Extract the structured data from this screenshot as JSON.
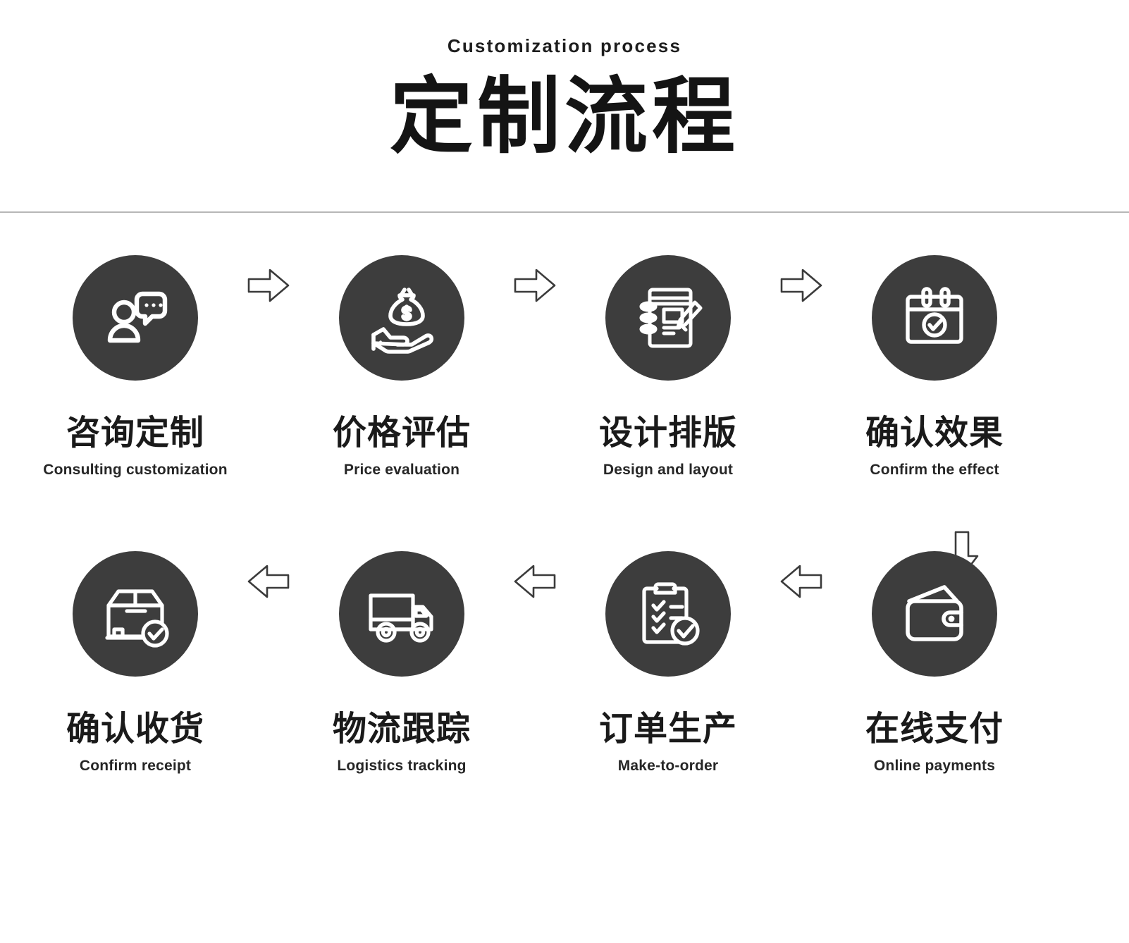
{
  "header": {
    "eyebrow": "Customization process",
    "title_cn": "定制流程"
  },
  "colors": {
    "circle_fill": "#3d3d3d",
    "icon_stroke": "#ffffff",
    "text_primary": "#1a1a1a",
    "divider": "#b7b7b7",
    "arrow_stroke": "#3b3b3b",
    "background": "#ffffff"
  },
  "steps": [
    {
      "index": 1,
      "icon": "consultation-people-chat-icon",
      "label_cn": "咨询定制",
      "label_en": "Consulting customization"
    },
    {
      "index": 2,
      "icon": "hand-money-bag-icon",
      "label_cn": "价格评估",
      "label_en": "Price evaluation"
    },
    {
      "index": 3,
      "icon": "notebook-pencil-icon",
      "label_cn": "设计排版",
      "label_en": "Design and layout"
    },
    {
      "index": 4,
      "icon": "calendar-check-icon",
      "label_cn": "确认效果",
      "label_en": "Confirm the effect"
    },
    {
      "index": 5,
      "icon": "wallet-icon",
      "label_cn": "在线支付",
      "label_en": "Online payments"
    },
    {
      "index": 6,
      "icon": "clipboard-checklist-icon",
      "label_cn": "订单生产",
      "label_en": "Make-to-order"
    },
    {
      "index": 7,
      "icon": "delivery-truck-icon",
      "label_cn": "物流跟踪",
      "label_en": "Logistics tracking"
    },
    {
      "index": 8,
      "icon": "package-box-check-icon",
      "label_cn": "确认收货",
      "label_en": "Confirm receipt"
    }
  ],
  "connectors": {
    "row1": [
      "arrow-right-icon",
      "arrow-right-icon",
      "arrow-right-icon"
    ],
    "row2": [
      "arrow-left-icon",
      "arrow-left-icon",
      "arrow-left-icon"
    ],
    "between_rows": "arrow-down-icon"
  }
}
